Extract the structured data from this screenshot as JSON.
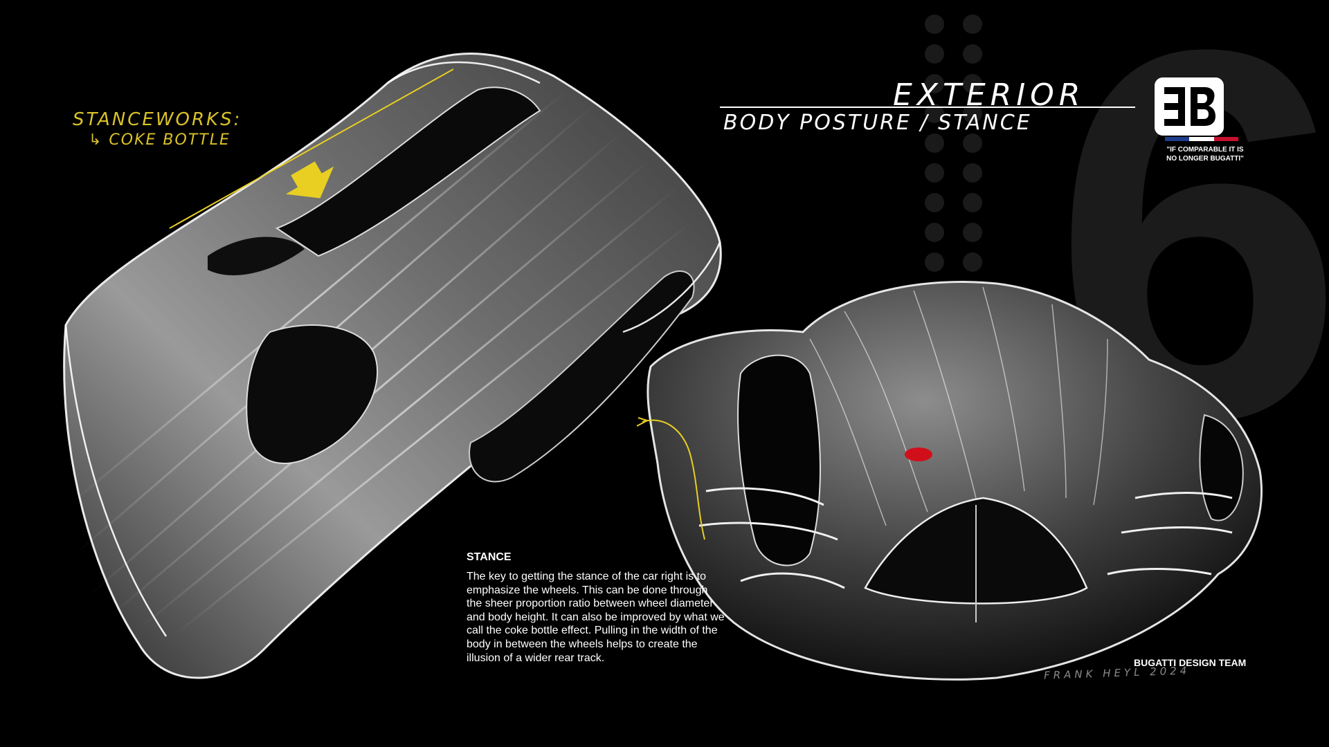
{
  "annotation": {
    "title": "STANCEWORKS:",
    "subtitle": "↳ COKE BOTTLE"
  },
  "header": {
    "title": "EXTERIOR",
    "subtitle": "BODY POSTURE / STANCE"
  },
  "logo": {
    "icon": "bugatti-eb-logo-icon",
    "tagline": "\"IF COMPARABLE IT IS NO LONGER BUGATTI\"",
    "flag_colors": [
      "#1f3d8f",
      "#ffffff",
      "#c8102e"
    ]
  },
  "background_number": "6",
  "stance": {
    "heading": "STANCE",
    "body": "The key to getting the stance of the car right is to emphasize the wheels. This can be done through the sheer proportion ratio between wheel diameter and body height. It can also be improved by what we call the coke bottle effect. Pulling in the width of the body in between the wheels helps to create the illusion of a wider rear track."
  },
  "credits": {
    "team": "BUGATTI DESIGN TEAM",
    "signature": "FRANK HEYL 2024"
  },
  "colors": {
    "accent_yellow": "#e8cf22",
    "taillight_red": "#d10f1a",
    "background": "#000000"
  }
}
